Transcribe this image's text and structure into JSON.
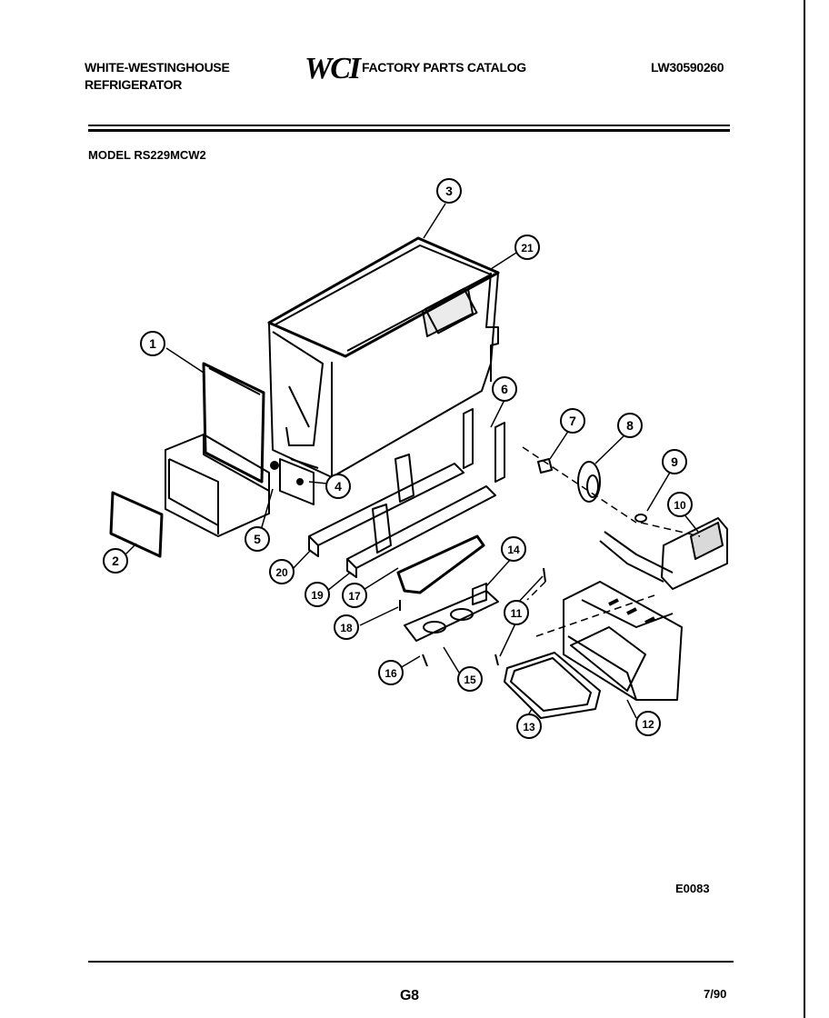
{
  "header": {
    "brand_line1": "WHITE-WESTINGHOUSE",
    "brand_line2": "REFRIGERATOR",
    "logo": "WCI",
    "catalog_title": "FACTORY PARTS CATALOG",
    "catalog_number": "LW30590260"
  },
  "model_label": "MODEL RS229MCW2",
  "callouts": [
    "1",
    "2",
    "3",
    "4",
    "5",
    "6",
    "7",
    "8",
    "9",
    "10",
    "11",
    "12",
    "13",
    "14",
    "15",
    "16",
    "17",
    "18",
    "19",
    "20",
    "21"
  ],
  "diagram_code": "E0083",
  "footer": {
    "page": "G8",
    "date": "7/90"
  }
}
